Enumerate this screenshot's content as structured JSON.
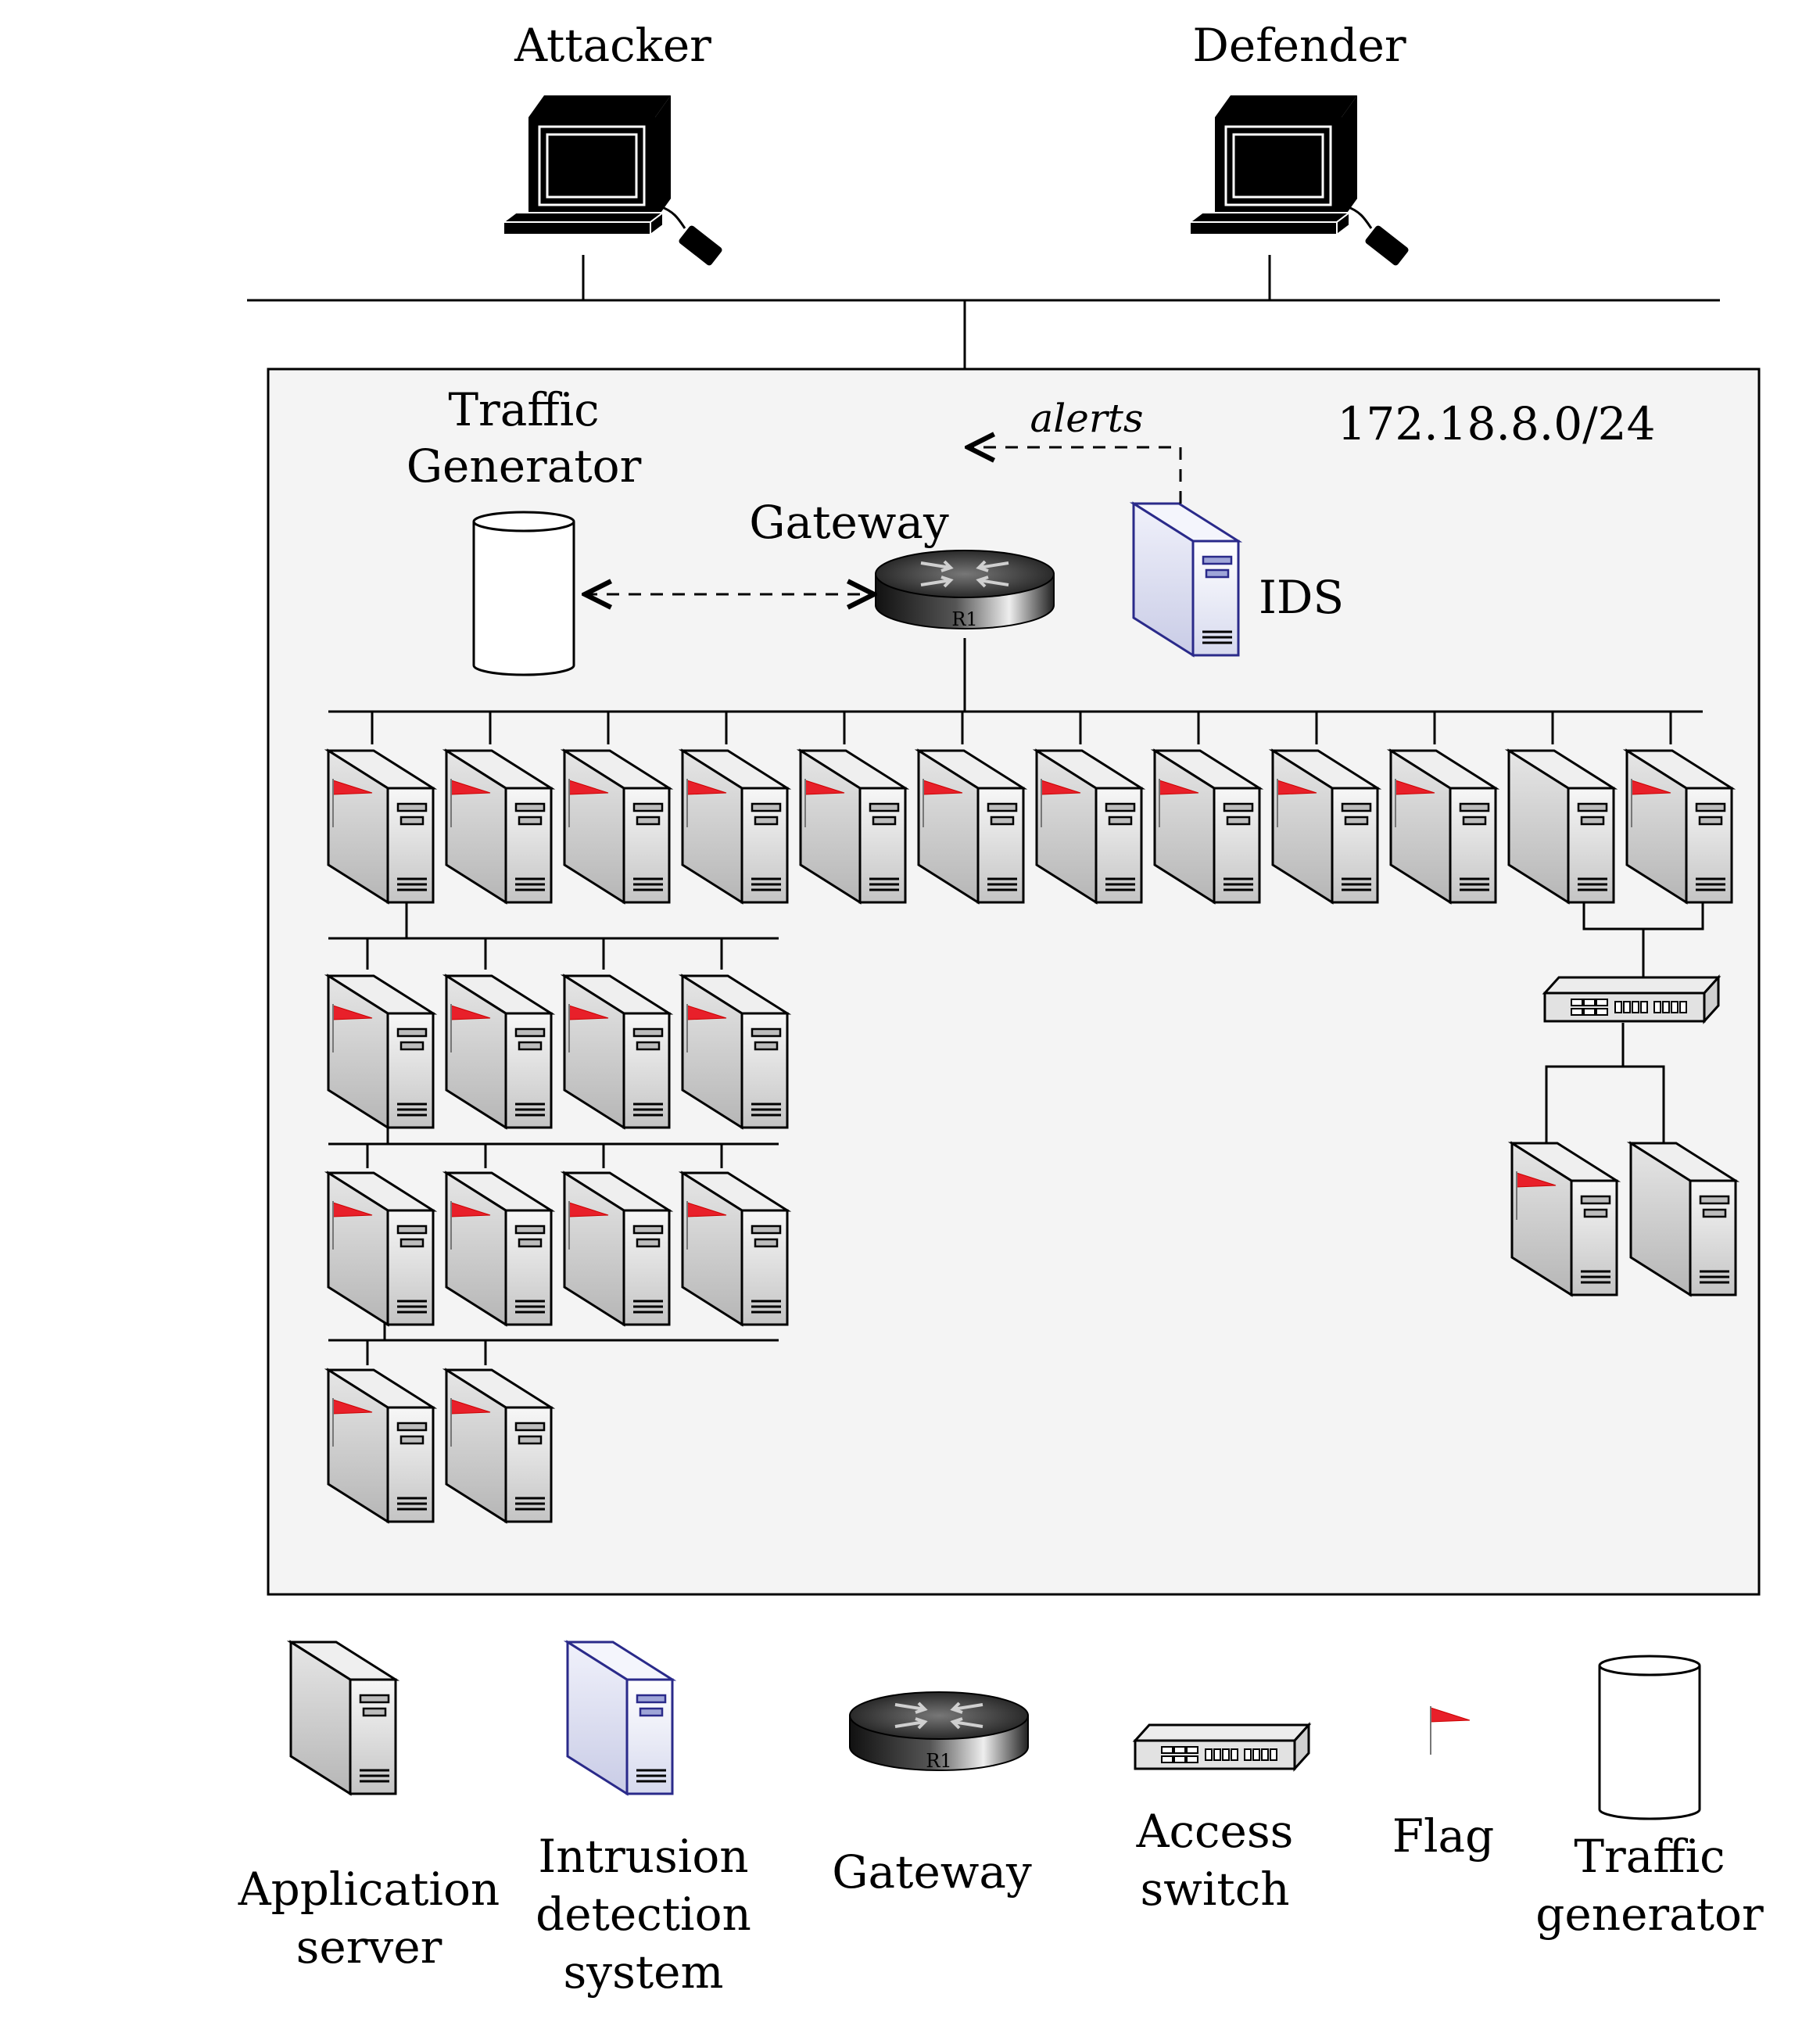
{
  "top": {
    "attacker_label": "Attacker",
    "defender_label": "Defender"
  },
  "network": {
    "subnet_label": "172.18.8.0/24",
    "traffic_generator_label_line1": "Traffic",
    "traffic_generator_label_line2": "Generator",
    "gateway_label": "Gateway",
    "router_label": "R1",
    "ids_label": "IDS",
    "alerts_label": "alerts"
  },
  "legend": {
    "items": [
      {
        "lines": [
          "Application",
          "server"
        ],
        "icon": "application-server-icon"
      },
      {
        "lines": [
          "Intrusion",
          "detection",
          "system"
        ],
        "icon": "ids-server-icon"
      },
      {
        "lines": [
          "Gateway"
        ],
        "icon": "router-icon",
        "router_label": "R1"
      },
      {
        "lines": [
          "Access",
          "switch"
        ],
        "icon": "access-switch-icon"
      },
      {
        "lines": [
          "Flag"
        ],
        "icon": "flag-icon"
      },
      {
        "lines": [
          "Traffic",
          "generator"
        ],
        "icon": "cylinder-icon"
      }
    ]
  },
  "colors": {
    "panel_background": "#f4f4f4",
    "flag": "#e8202a",
    "ids_outline": "#2a2a8a",
    "ids_fill": "#eceefa",
    "server_fill": "#dcdcdc"
  }
}
